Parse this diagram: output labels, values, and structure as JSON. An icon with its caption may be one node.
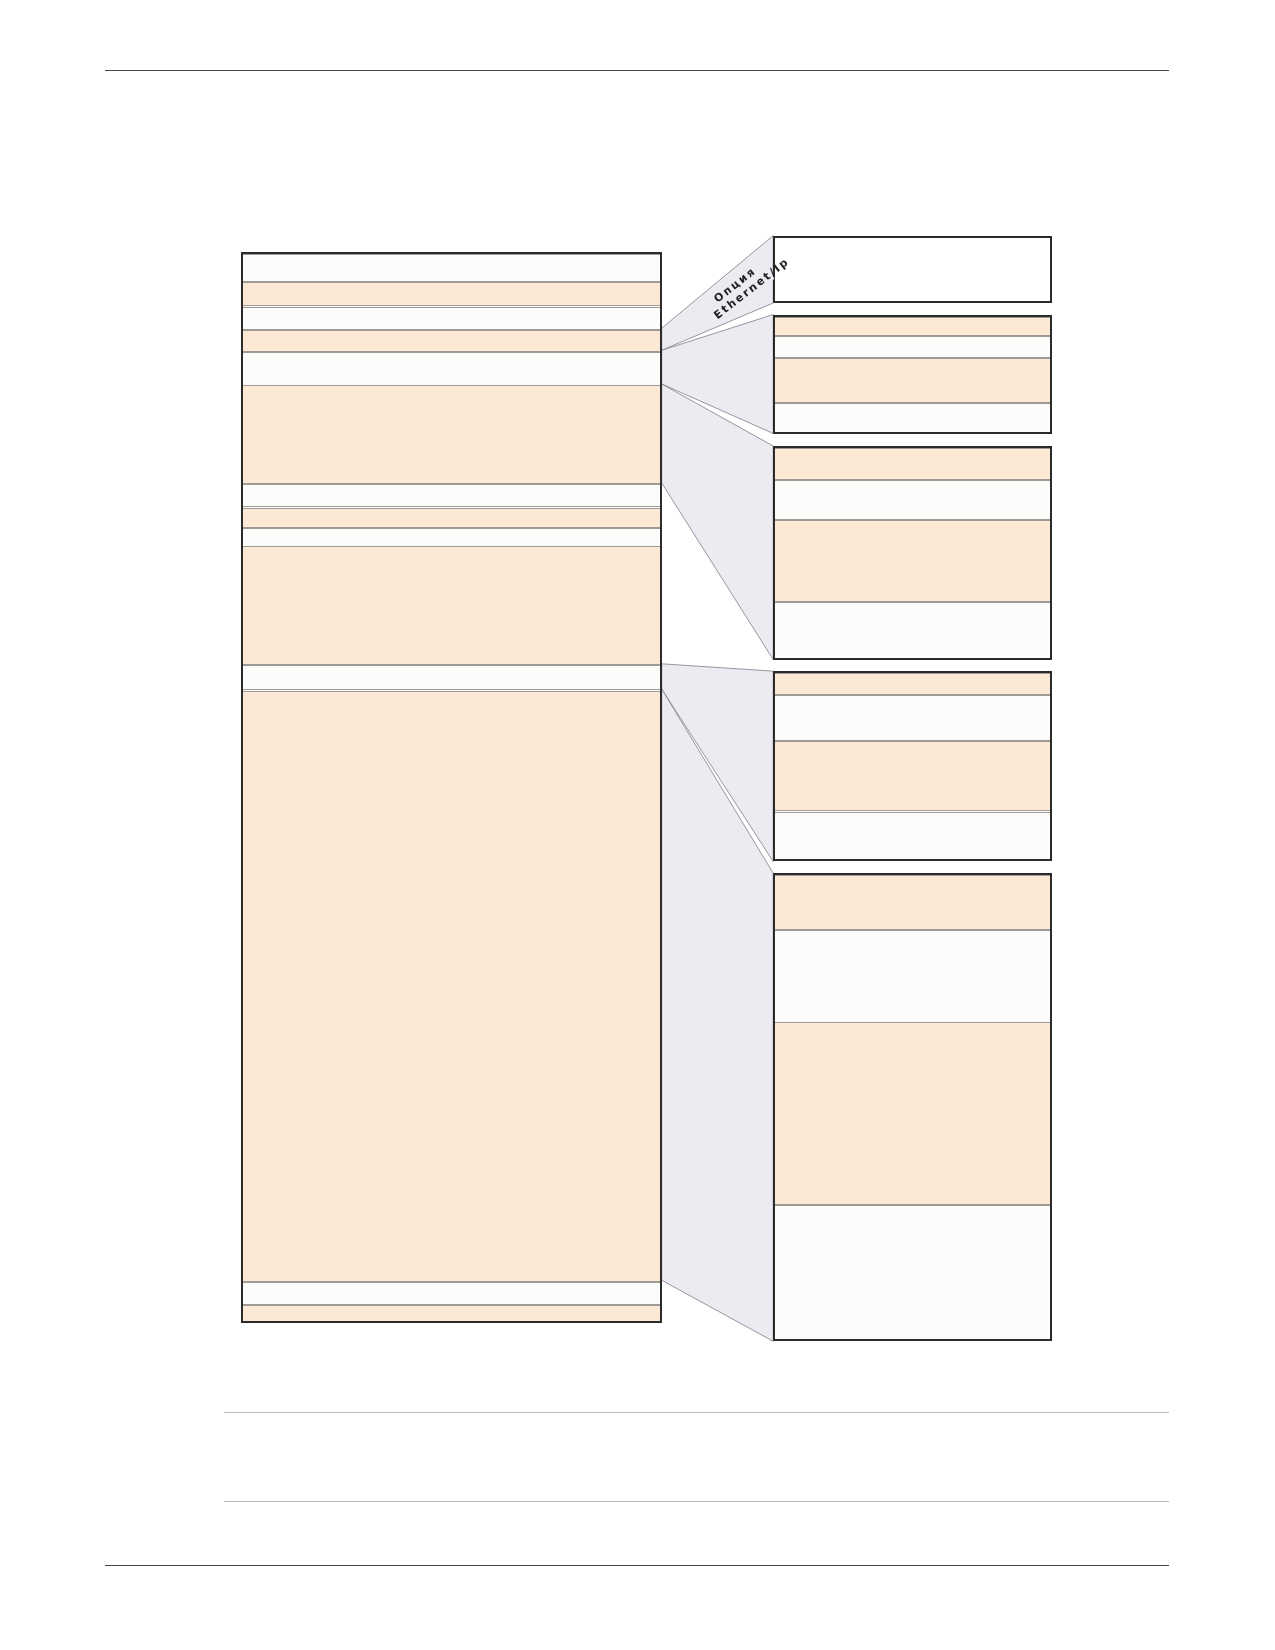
{
  "diagram": {
    "nodes": [
      {
        "text": [],
        "shape": "box"
      },
      {
        "text": [],
        "shape": "box",
        "in": 0
      },
      {
        "text": [],
        "shape": "box",
        "in": 0
      },
      {
        "text": [],
        "shape": "box",
        "in": 0
      },
      {
        "text": [],
        "shape": "box",
        "in": 0
      },
      {
        "text": [],
        "shape": "box",
        "in": 0
      },
      {
        "text": [],
        "shape": "box",
        "in": 0
      },
      {
        "text": [],
        "shape": "box",
        "in": 0
      },
      {
        "text": [],
        "shape": "box",
        "in": 0
      },
      {
        "text": [],
        "shape": "box",
        "in": 0
      },
      {
        "text": [],
        "shape": "box",
        "in": 0
      },
      {
        "text": [],
        "shape": "box",
        "in": 0
      },
      {
        "text": [],
        "shape": "box",
        "in": 0
      },
      {
        "text": [],
        "shape": "box",
        "in": 0
      },
      {
        "text": [],
        "shape": "box",
        "in": 0
      },
      {
        "text": [],
        "shape": "box"
      },
      {
        "text": [],
        "shape": "box"
      },
      {
        "text": [],
        "shape": "box",
        "in": 16
      },
      {
        "text": [],
        "shape": "box",
        "in": 16
      },
      {
        "text": [],
        "shape": "box",
        "in": 16
      },
      {
        "text": [],
        "shape": "box",
        "in": 16
      },
      {
        "text": [],
        "shape": "box"
      },
      {
        "text": [],
        "shape": "box",
        "in": 21
      },
      {
        "text": [],
        "shape": "box",
        "in": 21
      },
      {
        "text": [],
        "shape": "box",
        "in": 21
      },
      {
        "text": [],
        "shape": "box",
        "in": 21
      },
      {
        "text": [],
        "shape": "box"
      },
      {
        "text": [],
        "shape": "box",
        "in": 26
      },
      {
        "text": [],
        "shape": "box",
        "in": 26
      },
      {
        "text": [],
        "shape": "box",
        "in": 26
      },
      {
        "text": [],
        "shape": "box",
        "in": 26
      },
      {
        "text": [],
        "shape": "box"
      },
      {
        "text": [],
        "shape": "box",
        "in": 31
      },
      {
        "text": [],
        "shape": "box",
        "in": 31
      },
      {
        "text": [],
        "shape": "box",
        "in": 31
      },
      {
        "text": [],
        "shape": "box",
        "in": 31
      }
    ],
    "edges": [
      {
        "from": 4,
        "to": 15,
        "arrow": "none",
        "label": "Опция Ethernet/Ip"
      },
      {
        "from": 5,
        "to": 16,
        "arrow": "none"
      },
      {
        "from": 6,
        "to": 21,
        "arrow": "none"
      },
      {
        "from": 11,
        "to": 26,
        "arrow": "none"
      },
      {
        "from": 12,
        "to": 31,
        "arrow": "none"
      }
    ]
  }
}
